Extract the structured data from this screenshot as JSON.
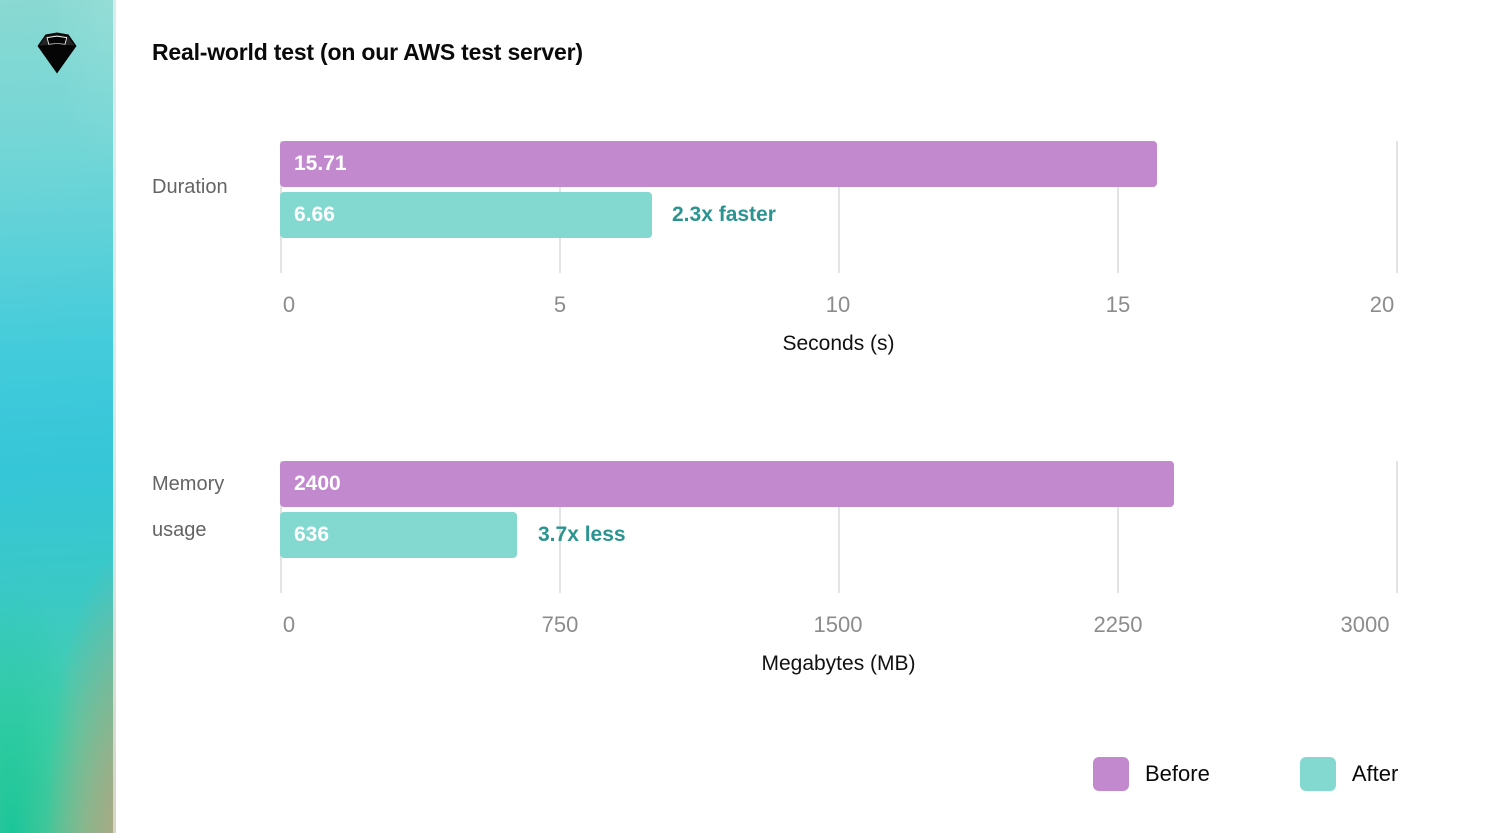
{
  "brand": {
    "logo_icon": "sketch-diamond-icon"
  },
  "header": {
    "title": "Real-world test (on our AWS test server)"
  },
  "legend": {
    "before_label": "Before",
    "after_label": "After",
    "before_color": "#c289ce",
    "after_color": "#83d8d0"
  },
  "colors": {
    "before": "#c289ce",
    "after": "#83d8d0",
    "delta_text": "#2c9490",
    "category_label": "#646464",
    "tick_label": "#8c8c8c",
    "gridline": "#e3e3e3",
    "title": "#0a0a0a"
  },
  "chart_data": [
    {
      "type": "bar",
      "orientation": "horizontal",
      "id": "duration",
      "title": "Real-world test (on our AWS test server)",
      "category": "Duration",
      "categories": [
        "Duration"
      ],
      "series": [
        {
          "name": "Before",
          "values": [
            15.71
          ],
          "color": "#c289ce",
          "value_label": "15.71"
        },
        {
          "name": "After",
          "values": [
            6.66
          ],
          "color": "#83d8d0",
          "value_label": "6.66"
        }
      ],
      "annotation": "2.3x faster",
      "xlabel": "Seconds (s)",
      "ylabel": "",
      "xlim": [
        0,
        20
      ],
      "ticks": [
        "0",
        "5",
        "10",
        "15",
        "20"
      ],
      "tick_values": [
        0,
        5,
        10,
        15,
        20
      ],
      "grid": true,
      "legend_position": "bottom-right"
    },
    {
      "type": "bar",
      "orientation": "horizontal",
      "id": "memory",
      "category": "Memory usage",
      "category_line1": "Memory",
      "category_line2": "usage",
      "categories": [
        "Memory usage"
      ],
      "series": [
        {
          "name": "Before",
          "values": [
            2400
          ],
          "color": "#c289ce",
          "value_label": "2400"
        },
        {
          "name": "After",
          "values": [
            636
          ],
          "color": "#83d8d0",
          "value_label": "636"
        }
      ],
      "annotation": "3.7x less",
      "xlabel": "Megabytes (MB)",
      "ylabel": "",
      "xlim": [
        0,
        3000
      ],
      "ticks": [
        "0",
        "750",
        "1500",
        "2250",
        "3000"
      ],
      "tick_values": [
        0,
        750,
        1500,
        2250,
        3000
      ],
      "grid": true,
      "legend_position": "bottom-right"
    }
  ]
}
